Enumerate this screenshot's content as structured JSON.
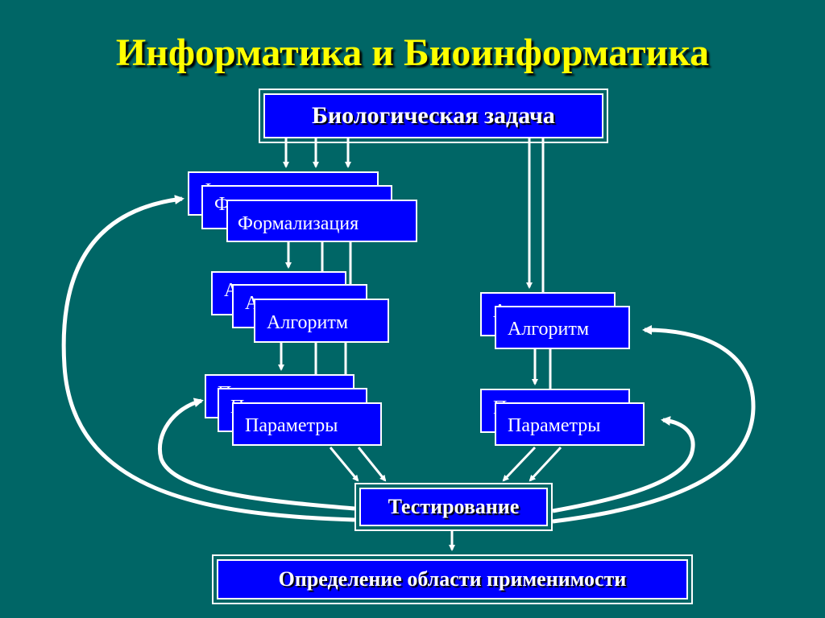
{
  "title": "Информатика и Биоинформатика",
  "nodes": {
    "bio_task": "Биологическая задача",
    "formalization": "Формализация",
    "algorithm": "Алгоритм",
    "parameters": "Параметры",
    "testing": "Тестирование",
    "applicability": "Определение области применимости"
  },
  "colors": {
    "background": "#006666",
    "title": "#ffff00",
    "box_fill": "#0000ff",
    "box_border": "#ffffff",
    "arrow": "#ffffff"
  }
}
